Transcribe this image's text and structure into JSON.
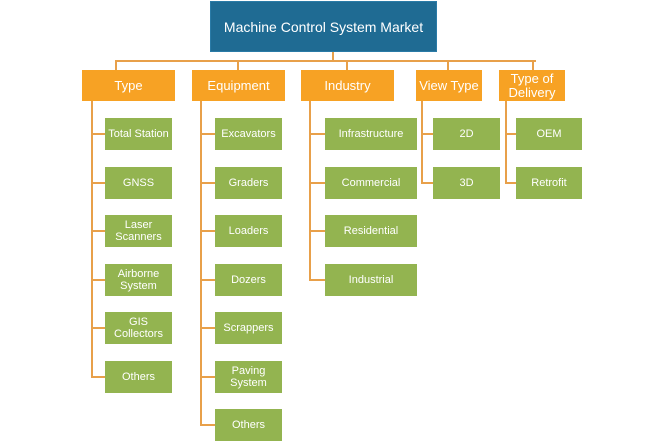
{
  "title": "Machine Control System Market",
  "colors": {
    "root": "#1f6b93",
    "category": "#f7a224",
    "item": "#93b450",
    "connector": "#e8a04a"
  },
  "categories": [
    {
      "label": "Type",
      "items": [
        "Total Station",
        "GNSS",
        "Laser Scanners",
        "Airborne System",
        "GIS Collectors",
        "Others"
      ]
    },
    {
      "label": "Equipment",
      "items": [
        "Excavators",
        "Graders",
        "Loaders",
        "Dozers",
        "Scrappers",
        "Paving System",
        "Others"
      ]
    },
    {
      "label": "Industry",
      "items": [
        "Infrastructure",
        "Commercial",
        "Residential",
        "Industrial"
      ]
    },
    {
      "label": "View Type",
      "items": [
        "2D",
        "3D"
      ]
    },
    {
      "label": "Type of Delivery",
      "items": [
        "OEM",
        "Retrofit"
      ]
    }
  ]
}
